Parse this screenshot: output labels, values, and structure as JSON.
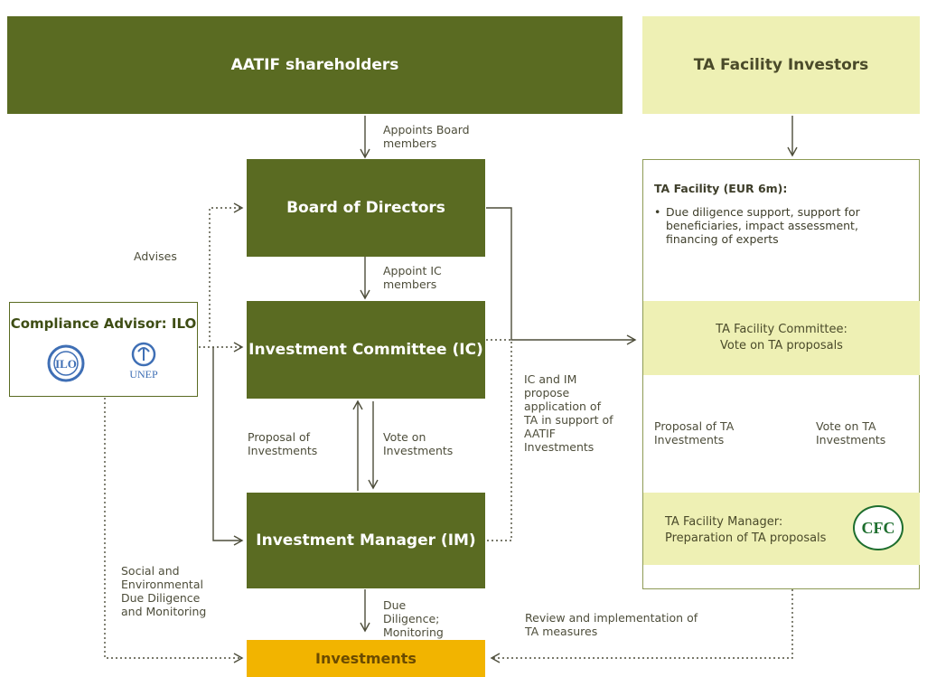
{
  "nodes": {
    "shareholders": "AATIF shareholders",
    "ta_investors": "TA Facility Investors",
    "board": "Board of Directors",
    "ic": "Investment Committee (IC)",
    "im": "Investment Manager (IM)",
    "investments": "Investments",
    "compliance": "Compliance Advisor: ILO",
    "unep_text": "UNEP",
    "ta_facility_title": "TA Facility (EUR 6m):",
    "ta_facility_bullet": "Due diligence support, support for beneficiaries, impact assessment, financing of experts",
    "ta_committee_line1": "TA Facility Committee:",
    "ta_committee_line2": "Vote on TA proposals",
    "ta_manager_line1": "TA Facility Manager:",
    "ta_manager_line2": "Preparation of TA proposals",
    "cfc_logo": "CFC"
  },
  "labels": {
    "appoints_board": "Appoints Board members",
    "advises": "Advises",
    "appoint_ic": "Appoint IC members",
    "proposal_investments": "Proposal of Investments",
    "vote_investments": "Vote on Investments",
    "ic_im_propose": "IC and IM propose application of TA in support of AATIF Investments",
    "proposal_ta": "Proposal of TA Investments",
    "vote_ta": "Vote on TA Investments",
    "social_env": "Social and Environmental Due Diligence and Monitoring",
    "due_diligence": "Due Diligence; Monitoring",
    "review_ta": "Review and implementation of TA measures"
  },
  "colors": {
    "dark_green": "#5a6b22",
    "light_yellow": "#eef0b4",
    "gold": "#f2b400",
    "line": "#4d4d3a"
  }
}
